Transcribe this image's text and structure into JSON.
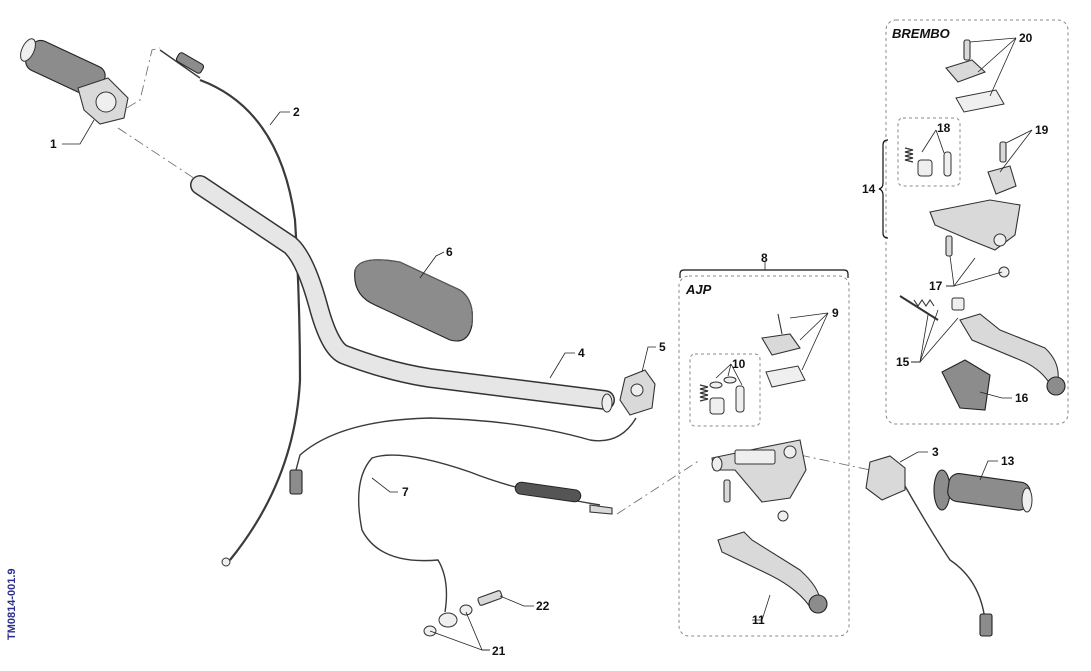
{
  "doc_code": "TM0814-001.9",
  "groups": {
    "ajp": {
      "title": "AJP",
      "number": "8"
    },
    "brembo": {
      "title": "BREMBO",
      "number": "14"
    }
  },
  "callouts": {
    "c1": "1",
    "c2": "2",
    "c3": "3",
    "c4": "4",
    "c5": "5",
    "c6": "6",
    "c7": "7",
    "c9": "9",
    "c10": "10",
    "c11": "11",
    "c13": "13",
    "c15": "15",
    "c16": "16",
    "c17": "17",
    "c18": "18",
    "c19": "19",
    "c20": "20",
    "c21": "21",
    "c22": "22"
  }
}
